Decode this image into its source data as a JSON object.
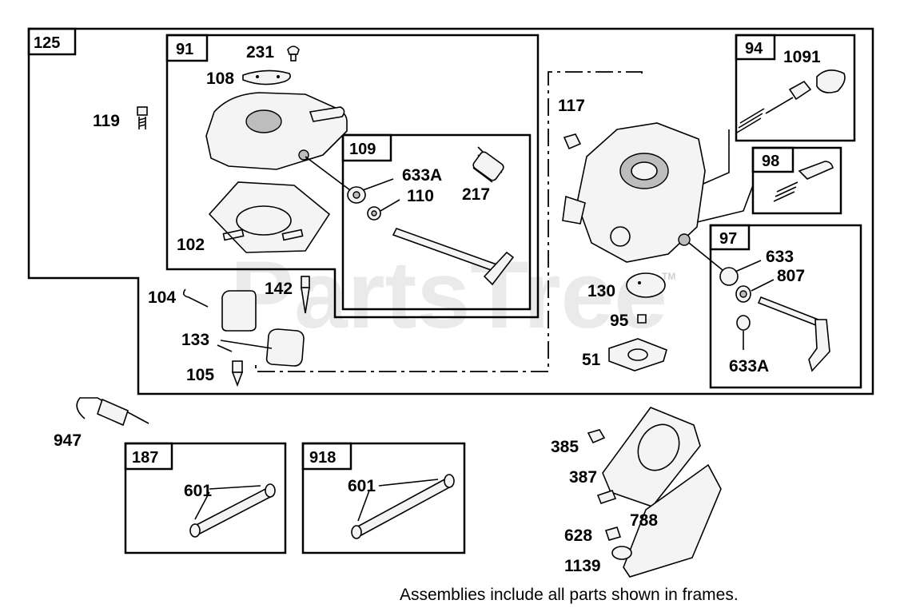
{
  "watermark": {
    "text": "PartsTree",
    "trademark": "TM"
  },
  "caption": "Assemblies include all parts shown in frames.",
  "frames": {
    "f125": "125",
    "f91": "91",
    "f109": "109",
    "f94": "94",
    "f98": "98",
    "f97": "97",
    "f187": "187",
    "f918": "918"
  },
  "labels": {
    "p231": "231",
    "p108": "108",
    "p119": "119",
    "p102": "102",
    "p633A_top": "633A",
    "p110": "110",
    "p217": "217",
    "p104": "104",
    "p142": "142",
    "p133": "133",
    "p105": "105",
    "p117": "117",
    "p1091": "1091",
    "p130": "130",
    "p95": "95",
    "p51": "51",
    "p633": "633",
    "p807": "807",
    "p633A_bottom": "633A",
    "p947": "947",
    "p601_a": "601",
    "p601_b": "601",
    "p385": "385",
    "p387": "387",
    "p788": "788",
    "p628": "628",
    "p1139": "1139"
  }
}
